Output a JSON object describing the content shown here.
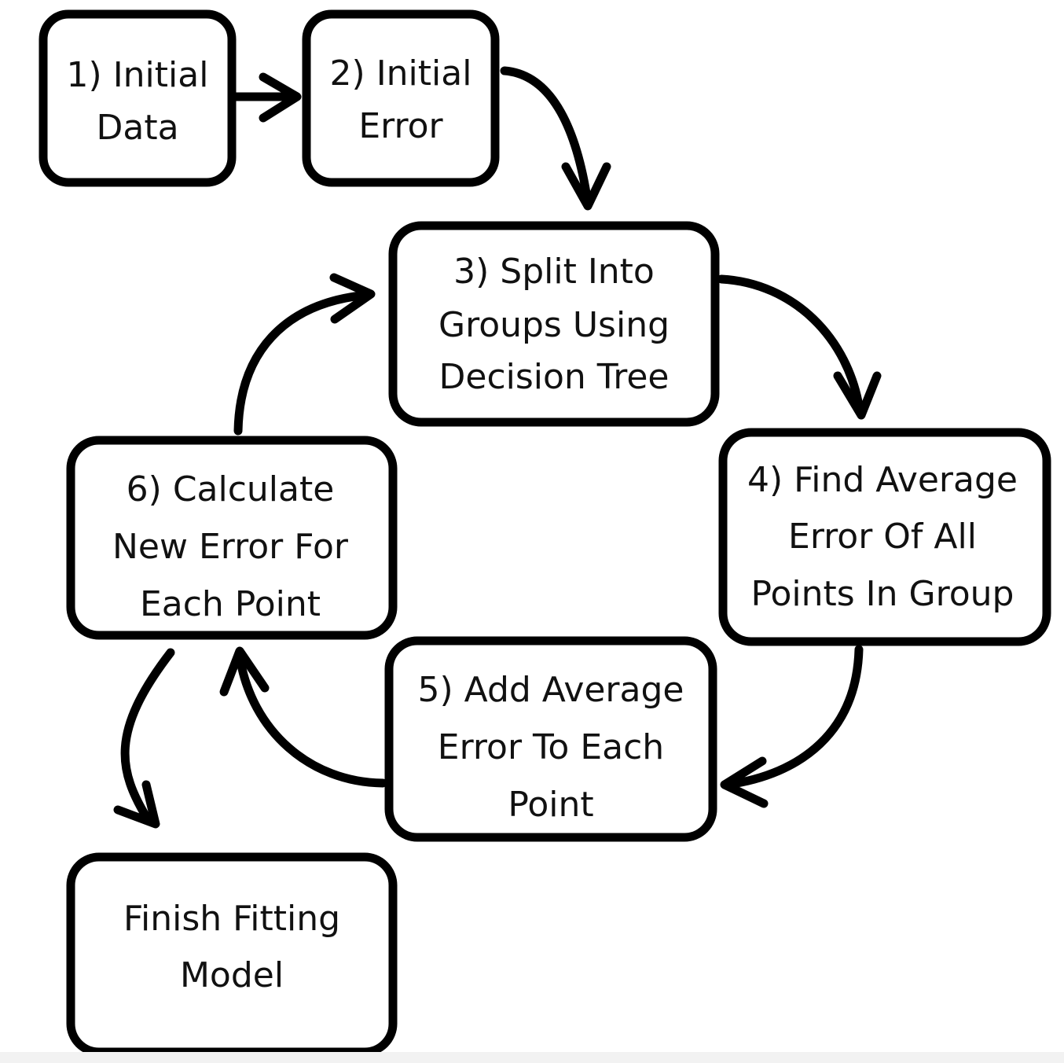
{
  "nodes": {
    "n1": {
      "lines": [
        "1) Initial",
        "Data"
      ]
    },
    "n2": {
      "lines": [
        "2) Initial",
        "Error"
      ]
    },
    "n3": {
      "lines": [
        "3) Split Into",
        "Groups Using",
        "Decision Tree"
      ]
    },
    "n4": {
      "lines": [
        "4) Find Average",
        "Error Of All",
        "Points In Group"
      ]
    },
    "n5": {
      "lines": [
        "5) Add Average",
        "Error To Each",
        "Point"
      ]
    },
    "n6": {
      "lines": [
        "6) Calculate",
        "New Error For",
        "Each Point"
      ]
    },
    "n7": {
      "lines": [
        "Finish Fitting",
        "Model"
      ]
    }
  },
  "edges": [
    {
      "from": "1) Initial Data",
      "to": "2) Initial Error"
    },
    {
      "from": "2) Initial Error",
      "to": "3) Split Into Groups Using Decision Tree"
    },
    {
      "from": "3) Split Into Groups Using Decision Tree",
      "to": "4) Find Average Error Of All Points In Group"
    },
    {
      "from": "4) Find Average Error Of All Points In Group",
      "to": "5) Add Average Error To Each Point"
    },
    {
      "from": "5) Add Average Error To Each Point",
      "to": "6) Calculate New Error For Each Point"
    },
    {
      "from": "6) Calculate New Error For Each Point",
      "to": "3) Split Into Groups Using Decision Tree"
    },
    {
      "from": "6) Calculate New Error For Each Point",
      "to": "Finish Fitting Model"
    }
  ],
  "colors": {
    "stroke": "#000000",
    "text": "#111111",
    "background": "#ffffff"
  }
}
